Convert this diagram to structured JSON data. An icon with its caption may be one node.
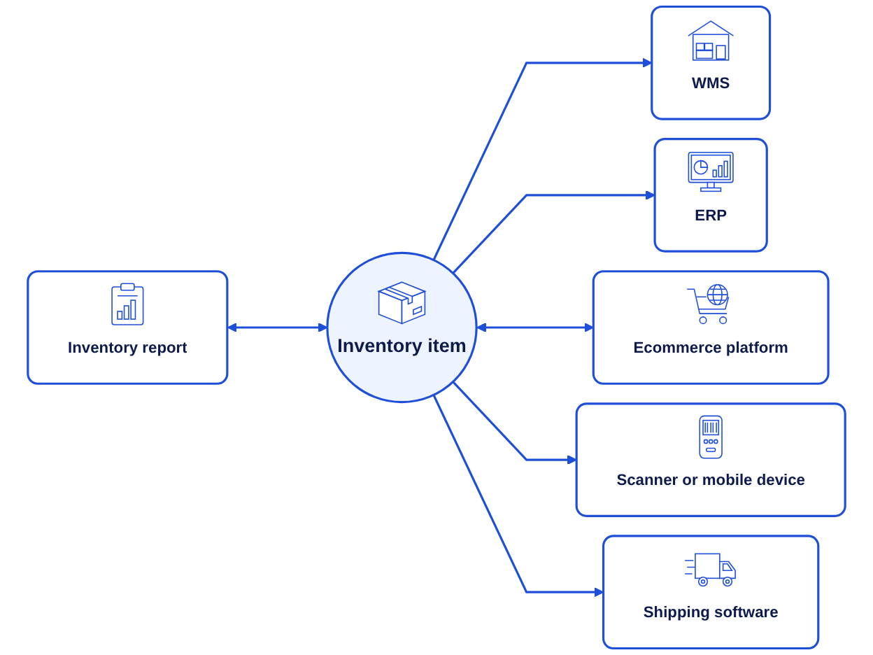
{
  "diagram": {
    "nodes": [
      {
        "text": [
          "WMS"
        ]
      },
      {
        "text": [
          "ERP"
        ]
      },
      {
        "text": [
          "Inventory report"
        ]
      },
      {
        "text": [
          "Inventory item"
        ]
      },
      {
        "text": [
          "Ecommerce platform"
        ]
      },
      {
        "text": [
          "Scanner or mobile device"
        ]
      },
      {
        "text": [
          "Shipping software"
        ]
      }
    ],
    "edges": [
      {
        "from": 3,
        "to": 0,
        "arrow": "to"
      },
      {
        "from": 3,
        "to": 1,
        "arrow": "to"
      },
      {
        "from": 2,
        "to": 3,
        "arrow": "both"
      },
      {
        "from": 3,
        "to": 4,
        "arrow": "both"
      },
      {
        "from": 3,
        "to": 5,
        "arrow": "to"
      },
      {
        "from": 3,
        "to": 6,
        "arrow": "to"
      }
    ]
  }
}
